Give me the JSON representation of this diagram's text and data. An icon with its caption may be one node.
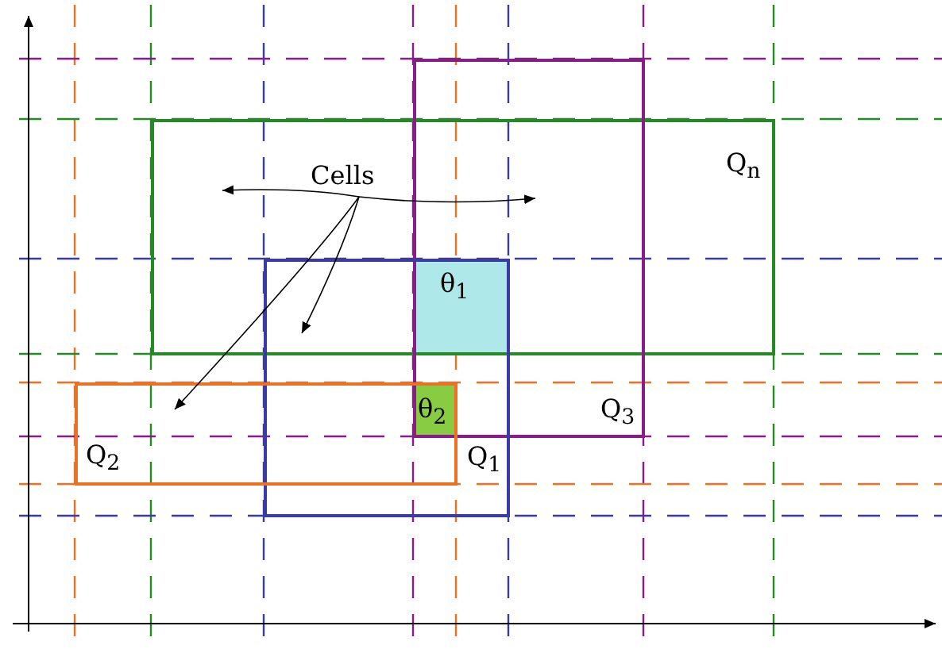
{
  "diagram": {
    "nodes": [
      {
        "text": [
          "Q$_{n}$"
        ]
      },
      {
        "text": [
          "Q$_{3}$"
        ]
      },
      {
        "text": [
          "Q$_{1}$"
        ]
      },
      {
        "text": [
          "Q$_{2}$"
        ]
      },
      {
        "text": [
          "θ$_{1}$"
        ]
      },
      {
        "text": [
          "θ$_{2}$"
        ]
      },
      {
        "text": [
          "Cells"
        ],
        "in": 0
      }
    ],
    "edges": [
      {
        "from": 6,
        "to": 0,
        "arrow": "to"
      },
      {
        "from": 6,
        "to": 1,
        "arrow": "to"
      },
      {
        "from": 6,
        "to": 2,
        "arrow": "to"
      },
      {
        "from": 6,
        "to": 3,
        "arrow": "to"
      }
    ]
  }
}
